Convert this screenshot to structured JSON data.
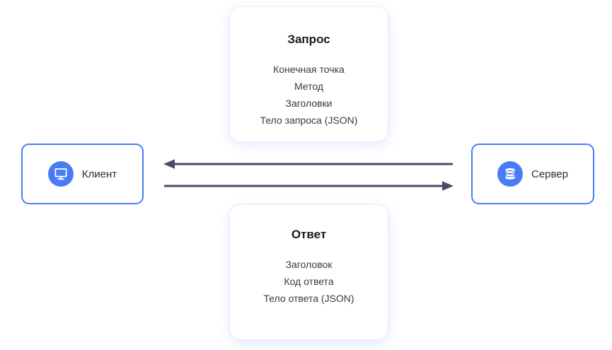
{
  "diagram": {
    "title": "Client-Server Request Response Diagram",
    "colors": {
      "node_border": "#4a7bf7",
      "icon_circle": "#4a7bf7",
      "arrow": "#4a4a68",
      "card_background": "#ffffff",
      "canvas_background": "#ffffff",
      "title_text": "#1a1a1a",
      "body_text": "#3a3a3a"
    },
    "nodes": {
      "client": {
        "label": "Клиент",
        "icon": "monitor-icon"
      },
      "server": {
        "label": "Сервер",
        "icon": "database-icon"
      }
    },
    "cards": {
      "request": {
        "title": "Запрос",
        "lines": [
          "Конечная точка",
          "Метод",
          "Заголовки",
          "Тело запроса (JSON)"
        ]
      },
      "response": {
        "title": "Ответ",
        "lines": [
          "Заголовок",
          "Код ответа",
          "Тело ответа (JSON)"
        ]
      }
    },
    "arrows": [
      {
        "name": "response-arrow",
        "direction": "left",
        "from": "server",
        "to": "client",
        "describes": "Ответ"
      },
      {
        "name": "request-arrow",
        "direction": "right",
        "from": "client",
        "to": "server",
        "describes": "Запрос"
      }
    ]
  }
}
